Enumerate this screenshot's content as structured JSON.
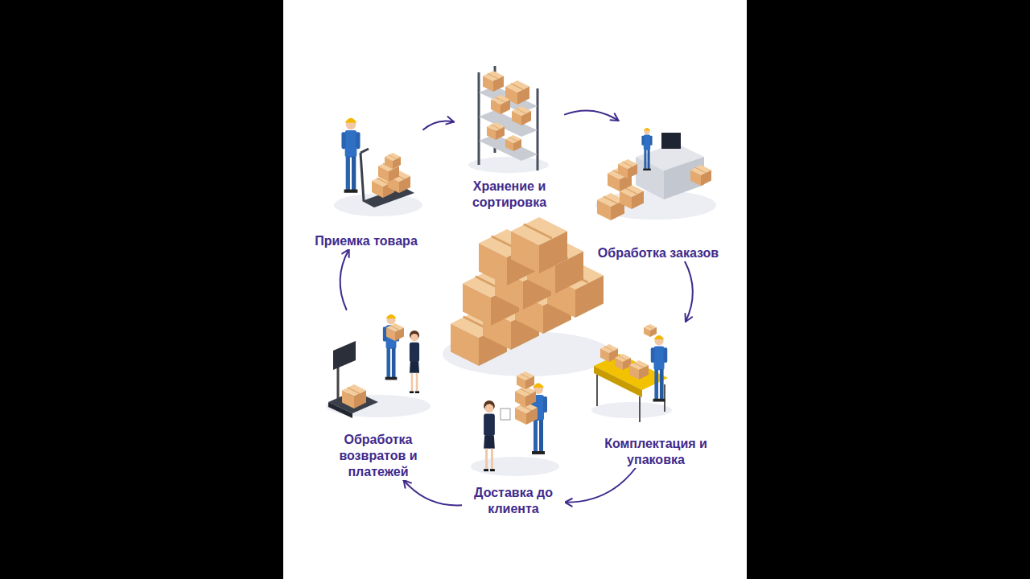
{
  "diagram": {
    "nodes": [
      {
        "text": [
          "Приемка товара"
        ]
      },
      {
        "text": [
          "Хранение и сортировка"
        ]
      },
      {
        "text": [
          "Обработка заказов"
        ]
      },
      {
        "text": [
          "Комплектация и упаковка"
        ]
      },
      {
        "text": [
          "Доставка до клиента"
        ]
      },
      {
        "text": [
          "Обработка возвратов и платежей"
        ]
      }
    ],
    "edges": [
      {
        "from": 0,
        "to": 1,
        "arrow": "to"
      },
      {
        "from": 1,
        "to": 2,
        "arrow": "to"
      },
      {
        "from": 2,
        "to": 3,
        "arrow": "to"
      },
      {
        "from": 3,
        "to": 4,
        "arrow": "to"
      },
      {
        "from": 4,
        "to": 5,
        "arrow": "to"
      },
      {
        "from": 5,
        "to": 0,
        "arrow": "to"
      }
    ]
  }
}
